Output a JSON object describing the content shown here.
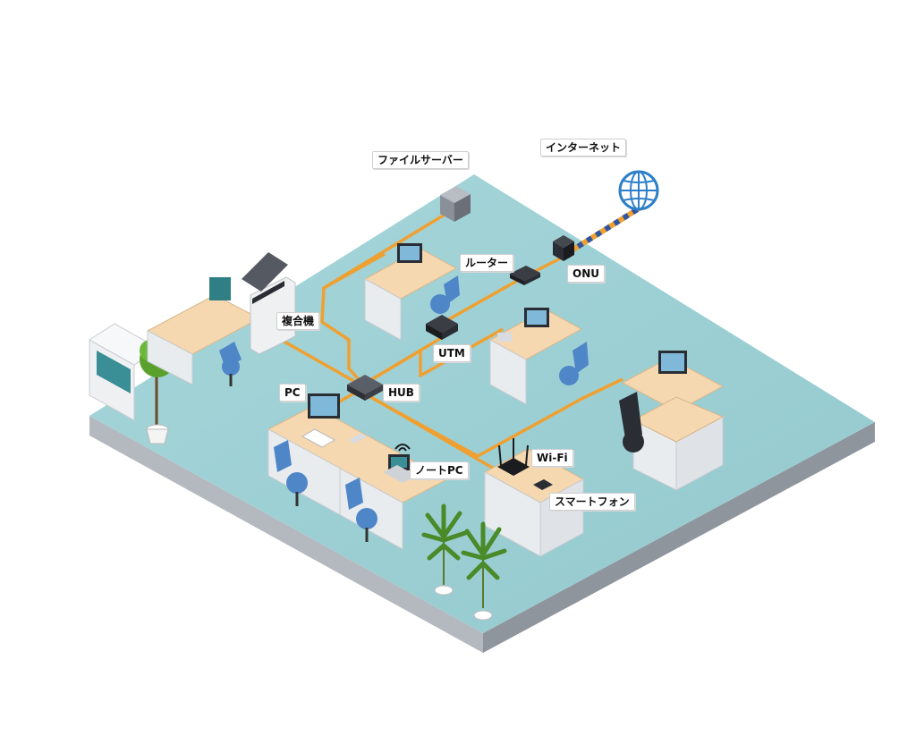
{
  "labels": {
    "file_server": "ファイルサーバー",
    "internet": "インターネット",
    "router": "ルーター",
    "onu": "ONU",
    "mfp": "複合機",
    "utm": "UTM",
    "hub": "HUB",
    "pc": "PC",
    "wifi": "Wi-Fi",
    "notebook_pc": "ノートPC",
    "smartphone": "スマートフォン"
  },
  "colors": {
    "floor_top": "#9fd0d4",
    "floor_left": "#b7bcc3",
    "floor_right": "#8d939b",
    "cable": "#f0a030",
    "fiber_dash": "#2f56a0",
    "desk_top": "#f5d7b0",
    "desk_body": "#e9ecef",
    "chair": "#4f86c8",
    "device_dark": "#2a2d33",
    "globe": "#2e7fc9",
    "plant": "#5aa02c"
  },
  "icons": [
    "globe-icon",
    "wifi-icon"
  ]
}
